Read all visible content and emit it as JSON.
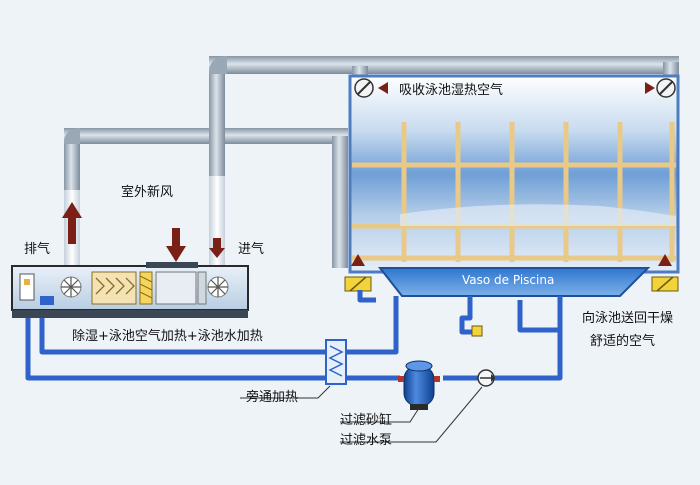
{
  "labels": {
    "outdoor_air": "室外新风",
    "exhaust": "排气",
    "intake": "进气",
    "absorb": "吸收泳池湿热空气",
    "pool_name": "Vaso de Piscina",
    "supply_line1": "向泳池送回干燥",
    "supply_line2": "舒适的空气",
    "process": "除湿+泳池空气加热+泳池水加热",
    "bypass": "旁通加热",
    "sand_filter": "过滤砂缸",
    "pump": "过滤水泵"
  },
  "colors": {
    "background": "#eef3f8",
    "duct": "#a7b4c2",
    "water_pipe": "#2f63c9",
    "arrow": "#7a2016",
    "unit_body": "#d9e6f2",
    "pool_water": "#3a7fd0",
    "window_frame": "#e9c987"
  },
  "icons": {
    "fan": "fan-icon",
    "damper": "damper-icon",
    "vent": "vent-icon",
    "heater": "heater-icon",
    "filter": "sand-filter-icon",
    "pump": "pump-icon"
  }
}
